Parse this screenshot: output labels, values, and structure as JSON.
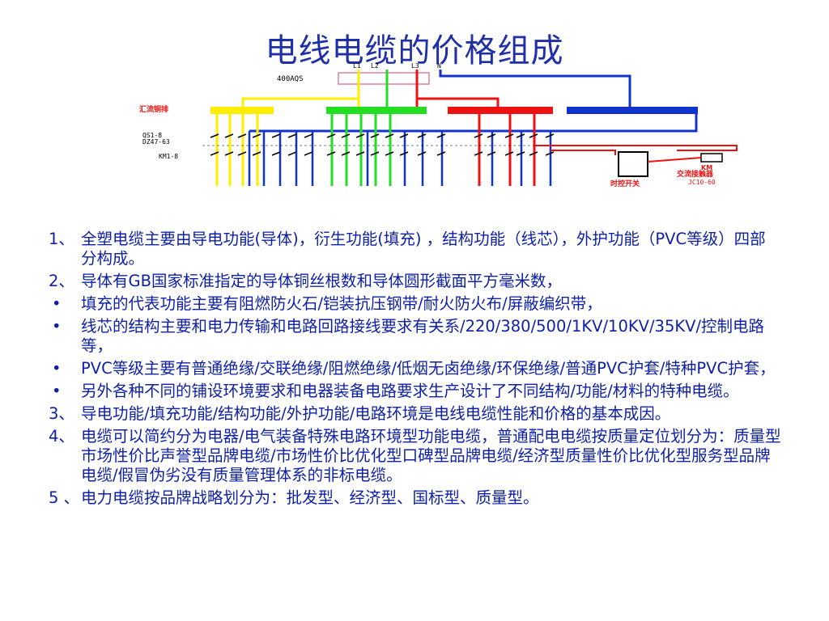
{
  "title": "电线电缆的价格组成",
  "diagram": {
    "phase_labels": [
      "L1",
      "L2",
      "L3",
      "N"
    ],
    "main_switch": "400AQS",
    "busbar_label": "汇流铜排",
    "qs_label_1": "QS1-8",
    "qs_label_2": "DZ47-63",
    "km_label": "KM1-8",
    "timer_label": "时控开关",
    "contactor_label_1": "KM",
    "contactor_label_2": "交流接触器",
    "contactor_model": "JC10-60",
    "colors": {
      "yellow": "#ffee00",
      "green": "#22dd22",
      "red": "#ee1111",
      "blue": "#1133cc",
      "label_red": "#ee1111"
    }
  },
  "items": [
    {
      "marker": "1、",
      "type": "num",
      "text": "全塑电缆主要由导电功能(导体)，衍生功能(填充) ，结构功能（线芯），外护功能（PVC等级）四部分构成。"
    },
    {
      "marker": "2、",
      "type": "num",
      "text": "导体有GB国家标准指定的导体铜丝根数和导体圆形截面平方毫米数，"
    },
    {
      "marker": "•",
      "type": "bullet",
      "text": "填充的代表功能主要有阻燃防火石/铠装抗压钢带/耐火防火布/屏蔽编织带，"
    },
    {
      "marker": "•",
      "type": "bullet",
      "text": "线芯的结构主要和电力传输和电路回路接线要求有关系/220/380/500/1KV/10KV/35KV/控制电路等，"
    },
    {
      "marker": "•",
      "type": "bullet",
      "text": "PVC等级主要有普通绝缘/交联绝缘/阻燃绝缘/低烟无卤绝缘/环保绝缘/普通PVC护套/特种PVC护套，"
    },
    {
      "marker": "•",
      "type": "bullet",
      "text": "另外各种不同的铺设环境要求和电器装备电路要求生产设计了不同结构/功能/材料的特种电缆。"
    },
    {
      "marker": "3、",
      "type": "num",
      "text": "导电功能/填充功能/结构功能/外护功能/电路环境是电线电缆性能和价格的基本成因。"
    },
    {
      "marker": "4、",
      "type": "num",
      "text": "电缆可以简约分为电器/电气装备特殊电路环境型功能电缆，普通配电电缆按质量定位划分为：质量型市场性价比声誉型品牌电缆/市场性价比优化型口碑型品牌电缆/经济型质量性价比优化型服务型品牌电缆/假冒伪劣没有质量管理体系的非标电缆。"
    },
    {
      "marker": "5 、",
      "type": "num",
      "text": "电力电缆按品牌战略划分为：批发型、经济型、国标型、质量型。"
    }
  ]
}
